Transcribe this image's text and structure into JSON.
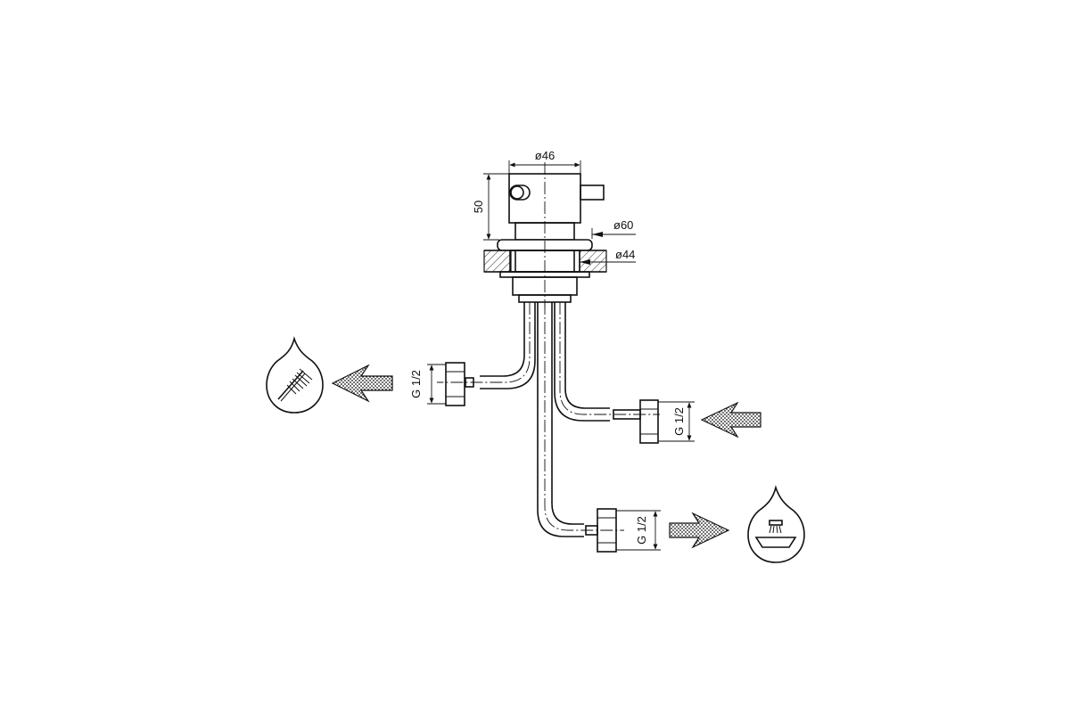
{
  "dimensions": {
    "top_diameter": "ø46",
    "height": "50",
    "flange_diameter": "ø60",
    "hole_diameter": "ø44"
  },
  "connections": {
    "left": "G 1/2",
    "right": "G 1/2",
    "bottom": "G 1/2"
  },
  "icons": {
    "left_outlet": "hand-shower-drop-icon",
    "bottom_outlet": "bath-spout-drop-icon",
    "right_inlet": "inlet-arrow-icon"
  },
  "colors": {
    "line": "#111111",
    "background": "#ffffff"
  }
}
